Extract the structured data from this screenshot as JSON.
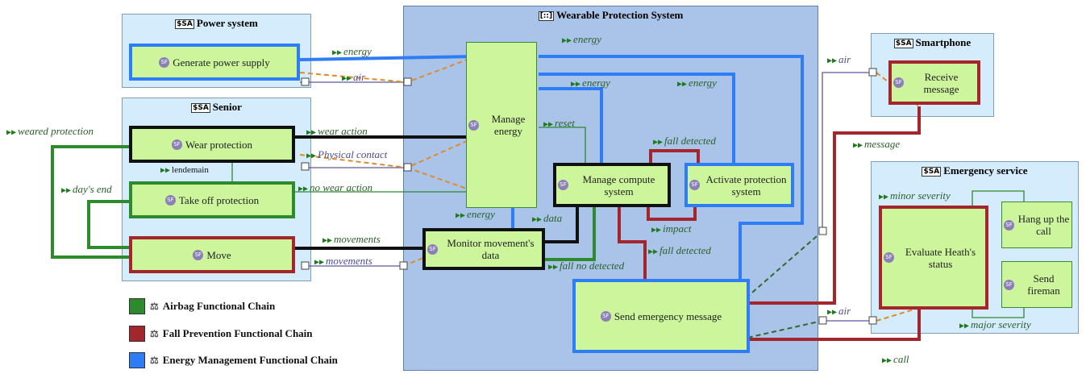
{
  "systems": {
    "power": "Power system",
    "senior": "Senior",
    "wps": "Wearable Protection System",
    "smartphone": "Smartphone",
    "emergency": "Emergency service"
  },
  "badges": {
    "sa": "$SA",
    "wps": "[::]",
    "sf": "SF"
  },
  "functions": {
    "generate": "Generate power supply",
    "wear": "Wear protection",
    "takeoff": "Take off protection",
    "move": "Move",
    "manage_energy": "Manage energy",
    "monitor": "Monitor movement's data",
    "manage_compute": "Manage compute system",
    "activate": "Activate protection system",
    "send_emergency": "Send emergency message",
    "receive": "Receive message",
    "evaluate": "Evaluate Heath's status",
    "hangup": "Hang up the call",
    "fireman": "Send fireman"
  },
  "exchanges": {
    "energy": "energy",
    "air": "air",
    "weared_protection": "weared protection",
    "wear_action": "wear action",
    "physical_contact": "Physical contact",
    "lendemain": "lendemain",
    "days_end": "day's end",
    "no_wear_action": "no wear action",
    "reset": "reset",
    "fall_detected": "fall detected",
    "data": "data",
    "impact": "impact",
    "movements": "movements",
    "fall_no_detected": "fall no detected",
    "message": "message",
    "minor_severity": "minor severity",
    "major_severity": "major severity",
    "call": "call"
  },
  "legend": [
    {
      "label": "Airbag Functional Chain",
      "color": "#2d8a2d"
    },
    {
      "label": "Fall Prevention Functional Chain",
      "color": "#a3262d"
    },
    {
      "label": "Energy Management Functional Chain",
      "color": "#2e7cf6"
    }
  ]
}
